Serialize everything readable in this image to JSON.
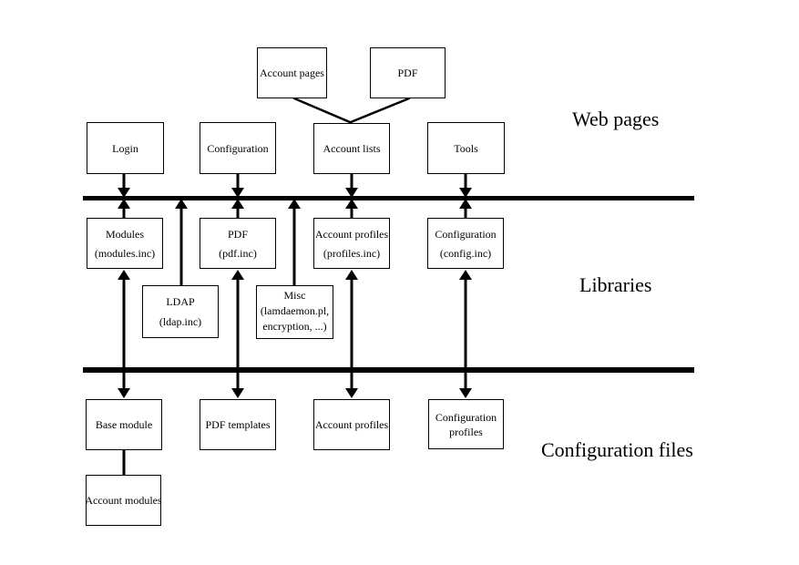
{
  "layers": {
    "web_pages_label": "Web pages",
    "libraries_label": "Libraries",
    "config_files_label": "Configuration files"
  },
  "boxes": {
    "account_pages": {
      "label": "Account pages"
    },
    "pdf_page": {
      "label": "PDF"
    },
    "login": {
      "label": "Login"
    },
    "configuration_page": {
      "label": "Configuration"
    },
    "account_lists": {
      "label": "Account lists"
    },
    "tools": {
      "label": "Tools"
    },
    "modules_lib": {
      "title": "Modules",
      "file": "(modules.inc)"
    },
    "pdf_lib": {
      "title": "PDF",
      "file": "(pdf.inc)"
    },
    "account_profiles_lib": {
      "title": "Account profiles",
      "file": "(profiles.inc)"
    },
    "configuration_lib": {
      "title": "Configuration",
      "file": "(config.inc)"
    },
    "ldap_lib": {
      "title": "LDAP",
      "file": "(ldap.inc)"
    },
    "misc_lib": {
      "title": "Misc",
      "file_line1": "(lamdaemon.pl,",
      "file_line2": "encryption, ...)"
    },
    "base_module": {
      "label": "Base module"
    },
    "pdf_templates": {
      "label": "PDF templates"
    },
    "account_profiles_config": {
      "label": "Account profiles"
    },
    "configuration_profiles": {
      "line1": "Configuration",
      "line2": "profiles"
    },
    "account_modules": {
      "label": "Account modules"
    }
  },
  "connections": [
    {
      "from": "Account pages",
      "to": "Account lists",
      "style": "plain-line"
    },
    {
      "from": "PDF",
      "to": "Account lists",
      "style": "plain-line"
    },
    {
      "from": "Login",
      "to": "web-pages/libraries separator",
      "style": "arrow-down"
    },
    {
      "from": "Configuration",
      "to": "web-pages/libraries separator",
      "style": "arrow-down"
    },
    {
      "from": "Account lists",
      "to": "web-pages/libraries separator",
      "style": "arrow-down"
    },
    {
      "from": "Tools",
      "to": "web-pages/libraries separator",
      "style": "arrow-down"
    },
    {
      "from": "Modules (modules.inc)",
      "to": "web-pages/libraries separator",
      "style": "arrow-up"
    },
    {
      "from": "PDF (pdf.inc)",
      "to": "web-pages/libraries separator",
      "style": "arrow-up"
    },
    {
      "from": "Account profiles (profiles.inc)",
      "to": "web-pages/libraries separator",
      "style": "arrow-up"
    },
    {
      "from": "Configuration (config.inc)",
      "to": "web-pages/libraries separator",
      "style": "arrow-up"
    },
    {
      "from": "LDAP (ldap.inc)",
      "to": "web-pages/libraries separator",
      "style": "arrow-up"
    },
    {
      "from": "Misc (lamdaemon.pl, encryption, ...)",
      "to": "web-pages/libraries separator",
      "style": "arrow-up"
    },
    {
      "from": "Modules (modules.inc)",
      "to": "Base module",
      "style": "double-arrow"
    },
    {
      "from": "PDF (pdf.inc)",
      "to": "PDF templates",
      "style": "double-arrow"
    },
    {
      "from": "Account profiles (profiles.inc)",
      "to": "Account profiles",
      "style": "double-arrow"
    },
    {
      "from": "Configuration (config.inc)",
      "to": "Configuration profiles",
      "style": "double-arrow"
    },
    {
      "from": "Base module",
      "to": "Account modules",
      "style": "plain-line"
    }
  ],
  "colors": {
    "background": "#ffffff",
    "line": "#000000",
    "box_border": "#000000",
    "text": "#000000"
  }
}
